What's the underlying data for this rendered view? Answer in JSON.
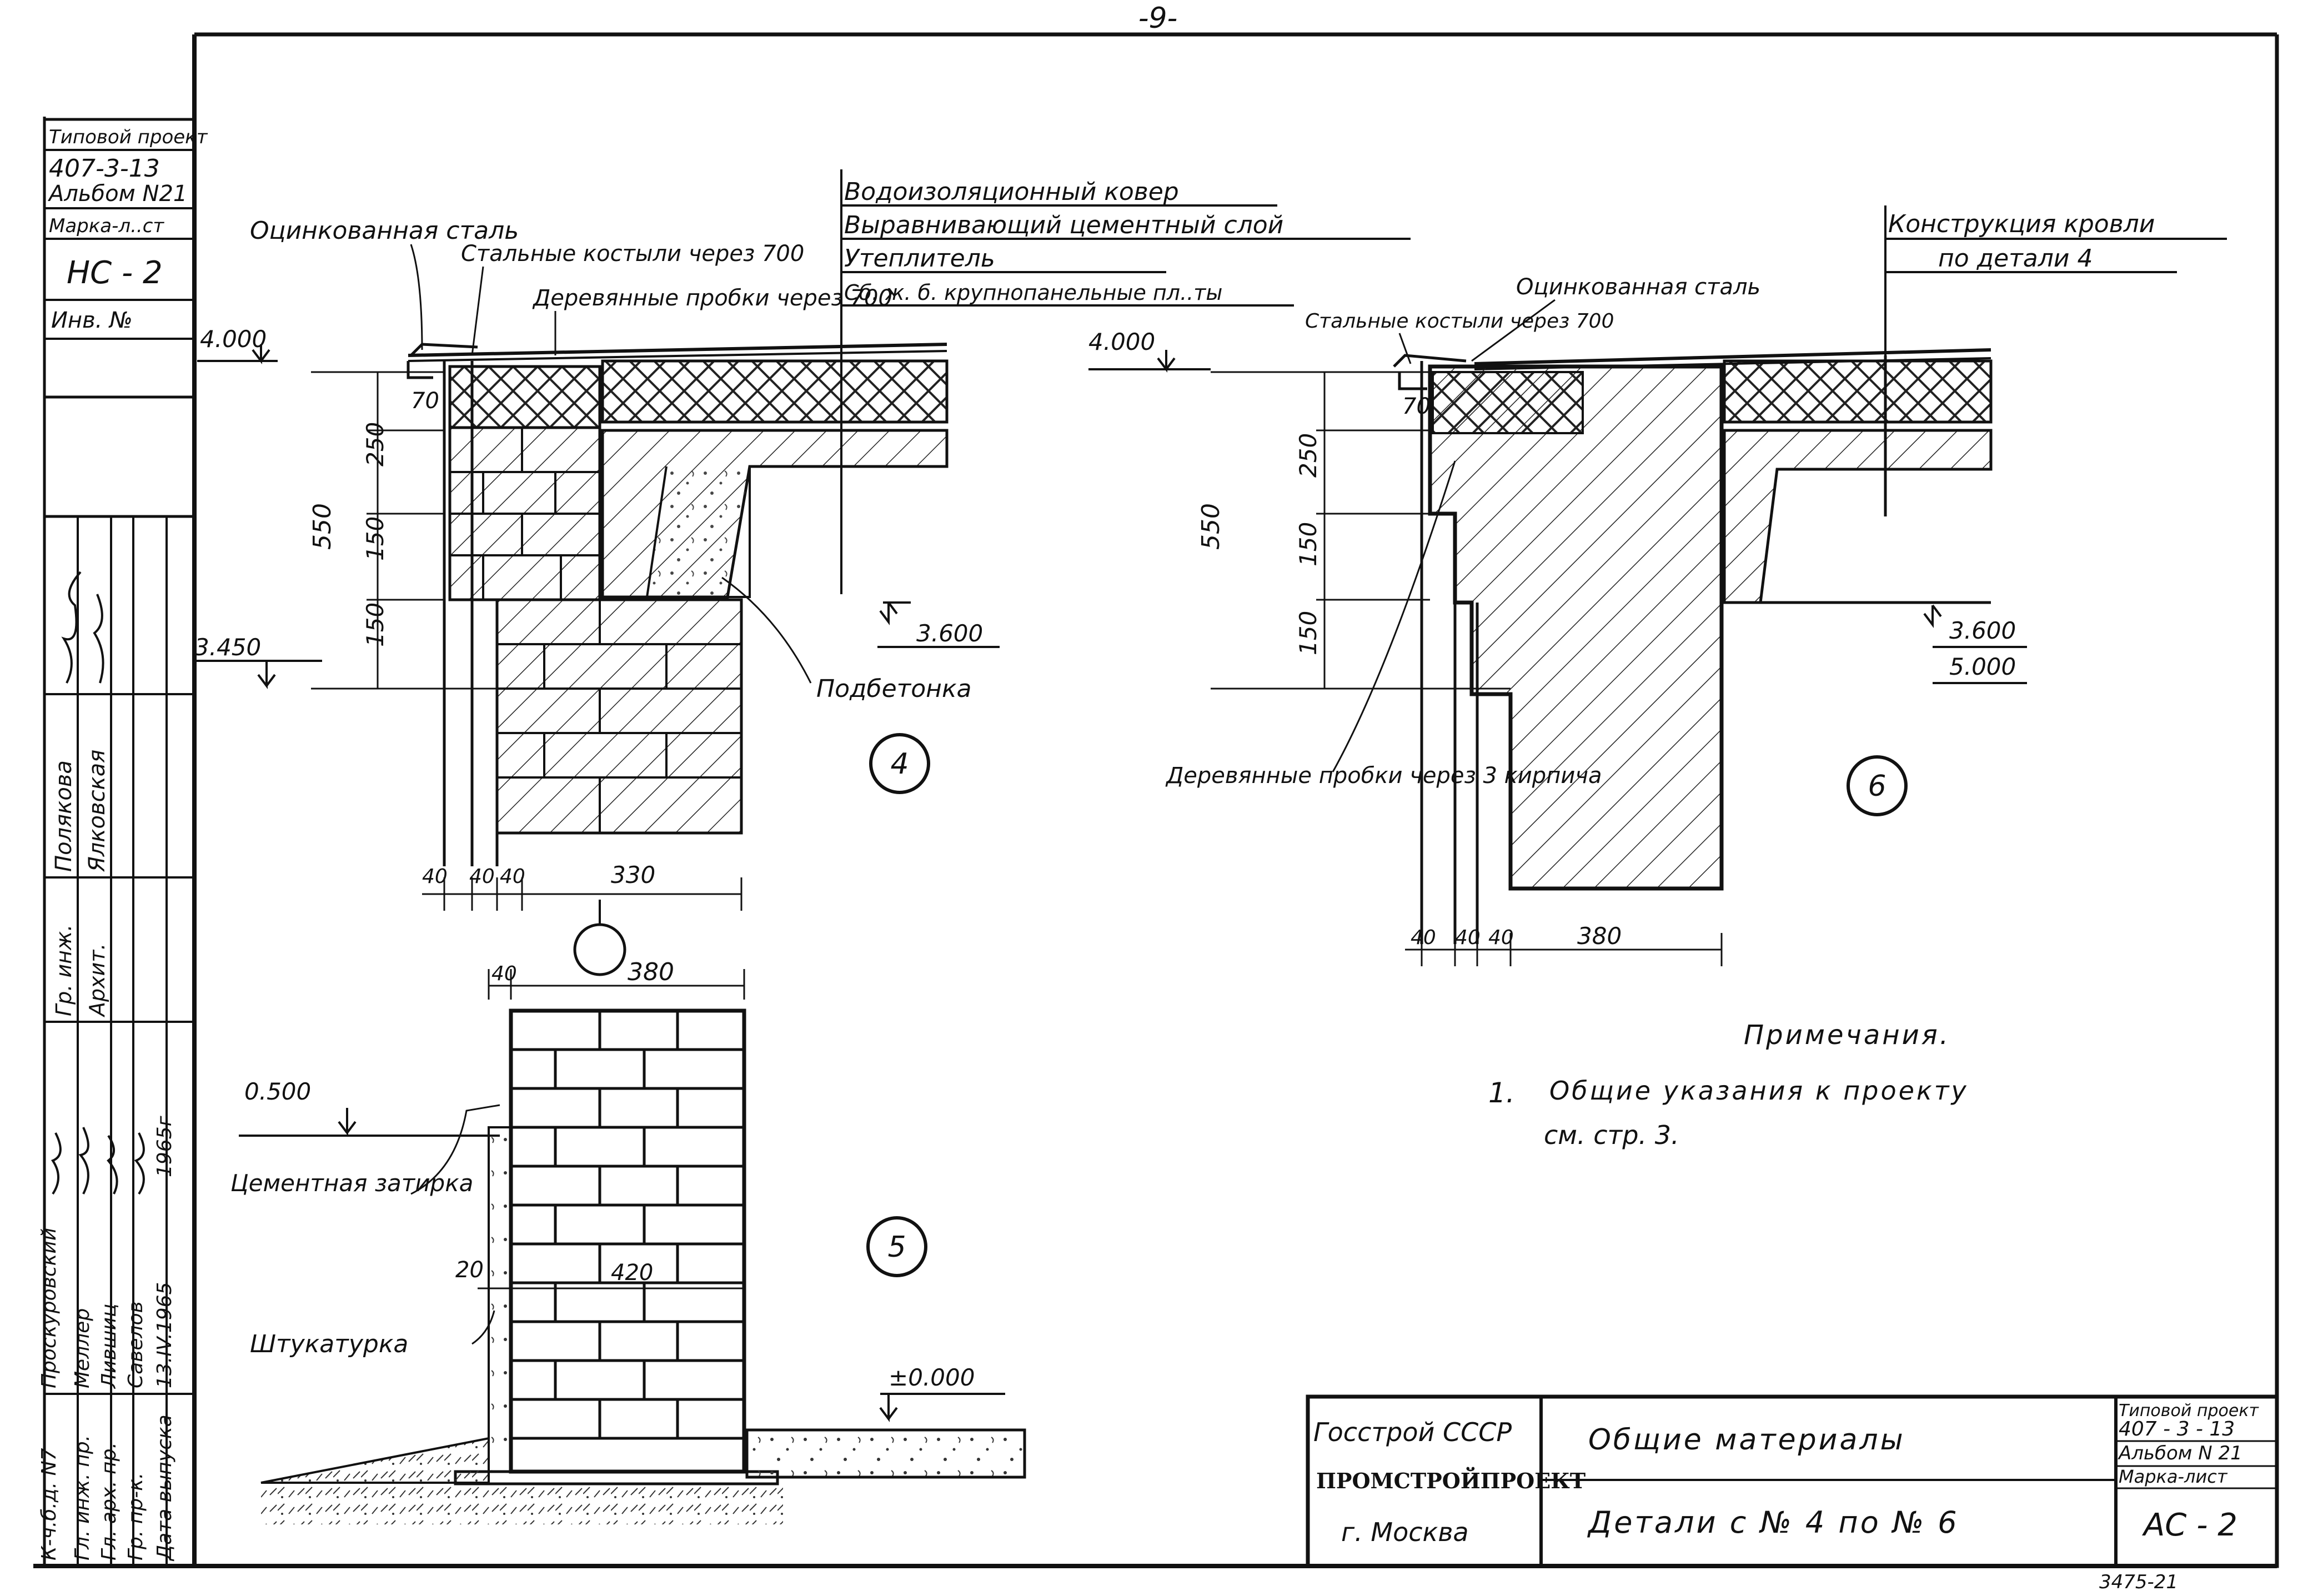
{
  "page_number": "-9-",
  "stamp": {
    "project_type": "Типовой проект",
    "project_number": "407-3-13",
    "album": "Альбом N21",
    "sheet_name": "Марка-л..ст",
    "sheet_code": "НС - 2",
    "inventory": "Инв. №"
  },
  "signature_block": {
    "roles": [
      "К-ч.б.д. N7",
      "Гл. инж. пр.",
      "Гл. арх. пр.",
      "Гр. пр-к.",
      "Дата выпуска"
    ],
    "names": [
      "Проскуровский",
      "Меллер",
      "Лившиц",
      "Савелов",
      "13.IV.1965"
    ],
    "year": "1965г",
    "roles_upper": [
      "Гр. инж.",
      "Архит."
    ],
    "names_upper": [
      "Полякова",
      "Ялковская"
    ]
  },
  "detail4": {
    "callouts": {
      "galvanized_steel": "Оцинкованная сталь",
      "steel_crutches": "Стальные костыли через 700",
      "wood_plugs": "Деревянные пробки через 700",
      "concrete_fill": "Подбетонка"
    },
    "layers": [
      "Водоизоляционный ковер",
      "Выравнивающий цементный слой",
      "Утеплитель",
      "Сб. ж. б. крупнопанельные пл..ты"
    ],
    "elevations": [
      "4.000",
      "3.450",
      "3.600"
    ],
    "dims_vertical": [
      "250",
      "150",
      "150",
      "550",
      "70"
    ],
    "dims_horizontal": [
      "40",
      "40",
      "40",
      "330"
    ],
    "circle_label": "4"
  },
  "detail5": {
    "callouts": {
      "cement_grout": "Цементная затирка",
      "plaster": "Штукатурка"
    },
    "elevations": [
      "0.500",
      "±0.000"
    ],
    "dims": [
      "40",
      "380",
      "20",
      "420"
    ],
    "circle_label": "5"
  },
  "detail6": {
    "callouts": {
      "roof_construction": "Конструкция кровли",
      "per_detail": "по детали 4",
      "galvanized_steel": "Оцинкованная сталь",
      "steel_crutches": "Стальные костыли через 700",
      "wood_plugs": "Деревянные пробки через 3 кирпича"
    },
    "elevations": [
      "4.000",
      "3.600",
      "5.000"
    ],
    "dims_vertical": [
      "250",
      "150",
      "150",
      "550",
      "70"
    ],
    "dims_horizontal": [
      "40",
      "40",
      "40",
      "380"
    ],
    "circle_label": "6"
  },
  "notes": {
    "heading": "Примечания.",
    "item_number": "1.",
    "item_line1": "Общие указания к проекту",
    "item_line2": "см. стр. 3."
  },
  "title_block": {
    "org1": "Госстрой СССР",
    "org2": "ПРОМСТРОЙПРОЕКТ",
    "city": "г. Москва",
    "title_line1": "Общие материалы",
    "title_line2": "Детали с № 4 по № 6",
    "project_type": "Типовой проект",
    "project_number": "407 - 3 - 13",
    "album": "Альбом N 21",
    "sheet_name": "Марка-лист",
    "sheet_code": "АС - 2"
  },
  "footer_code": "3475-21"
}
